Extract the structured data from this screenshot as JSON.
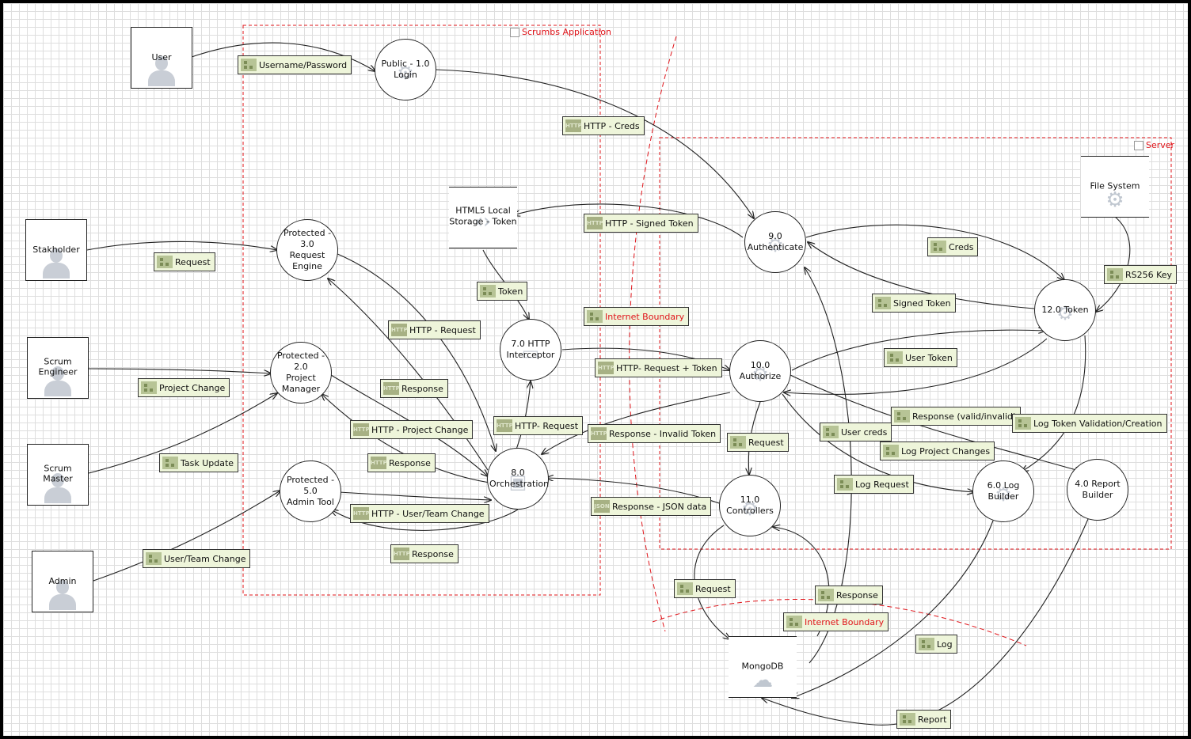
{
  "boundaries": {
    "app": "Scrumbs Application",
    "server": "Server",
    "internet_1": "Internet Boundary",
    "internet_2": "Internet Boundary"
  },
  "entities": {
    "user": "User",
    "stakeholder": "Stakholder",
    "scrum_engineer": "Scrum Engineer",
    "scrum_master": "Scrum Master",
    "admin": "Admin"
  },
  "processes": {
    "login": "Public - 1.0\nLogin",
    "request_engine": "Protected - 3.0\nRequest Engine",
    "project_manager": "Protected - 2.0\nProject Manager",
    "admin_tool": "Protected - 5.0\nAdmin Tool",
    "http_interceptor": "7.0 HTTP\nInterceptor",
    "orchestration": "8.0\nOrchestration",
    "authenticate": "9.0 Authenticate",
    "authorize": "10.0 Authorize",
    "controllers": "11.0 Controllers",
    "token": "12.0 Token",
    "log_builder": "6.0 Log Builder",
    "report_builder": "4.0 Report\nBuilder"
  },
  "stores": {
    "local_storage": "HTML5 Local\nStorage - Token",
    "file_system": "File System",
    "mongodb": "MongoDB"
  },
  "flows": {
    "username_password": "Username/Password",
    "http_creds": "HTTP - Creds",
    "request_stake": "Request",
    "http_signed_token": "HTTP - Signed Token",
    "token": "Token",
    "creds": "Creds",
    "rs256_key": "RS256 Key",
    "signed_token": "Signed Token",
    "http_request": "HTTP - Request",
    "internet_boundary": "Internet Boundary",
    "response_1": "Response",
    "project_change": "Project Change",
    "user_token": "User Token",
    "http_request_token": "HTTP- Request + Token",
    "response_valid": "Response (valid/invalid)",
    "log_token_validation": "Log Token Validation/Creation",
    "http_project_change": "HTTP - Project Change",
    "http_request_2": "HTTP- Request",
    "response_invalid_token": "Response - Invalid Token",
    "user_creds": "User creds",
    "request_ctrl": "Request",
    "log_project_changes": "Log Project Changes",
    "task_update": "Task Update",
    "response_2": "Response",
    "log_request": "Log Request",
    "http_user_team_change": "HTTP - User/Team Change",
    "response_json": "Response - JSON data",
    "user_team_change": "User/Team Change",
    "response_3": "Response",
    "request_db": "Request",
    "response_db": "Response",
    "internet_boundary_2": "Internet Boundary",
    "log": "Log",
    "report": "Report"
  },
  "colors": {
    "boundary": "#e0141a",
    "flow_bg": "#eef5da",
    "flow_icon": "#a7b184"
  }
}
